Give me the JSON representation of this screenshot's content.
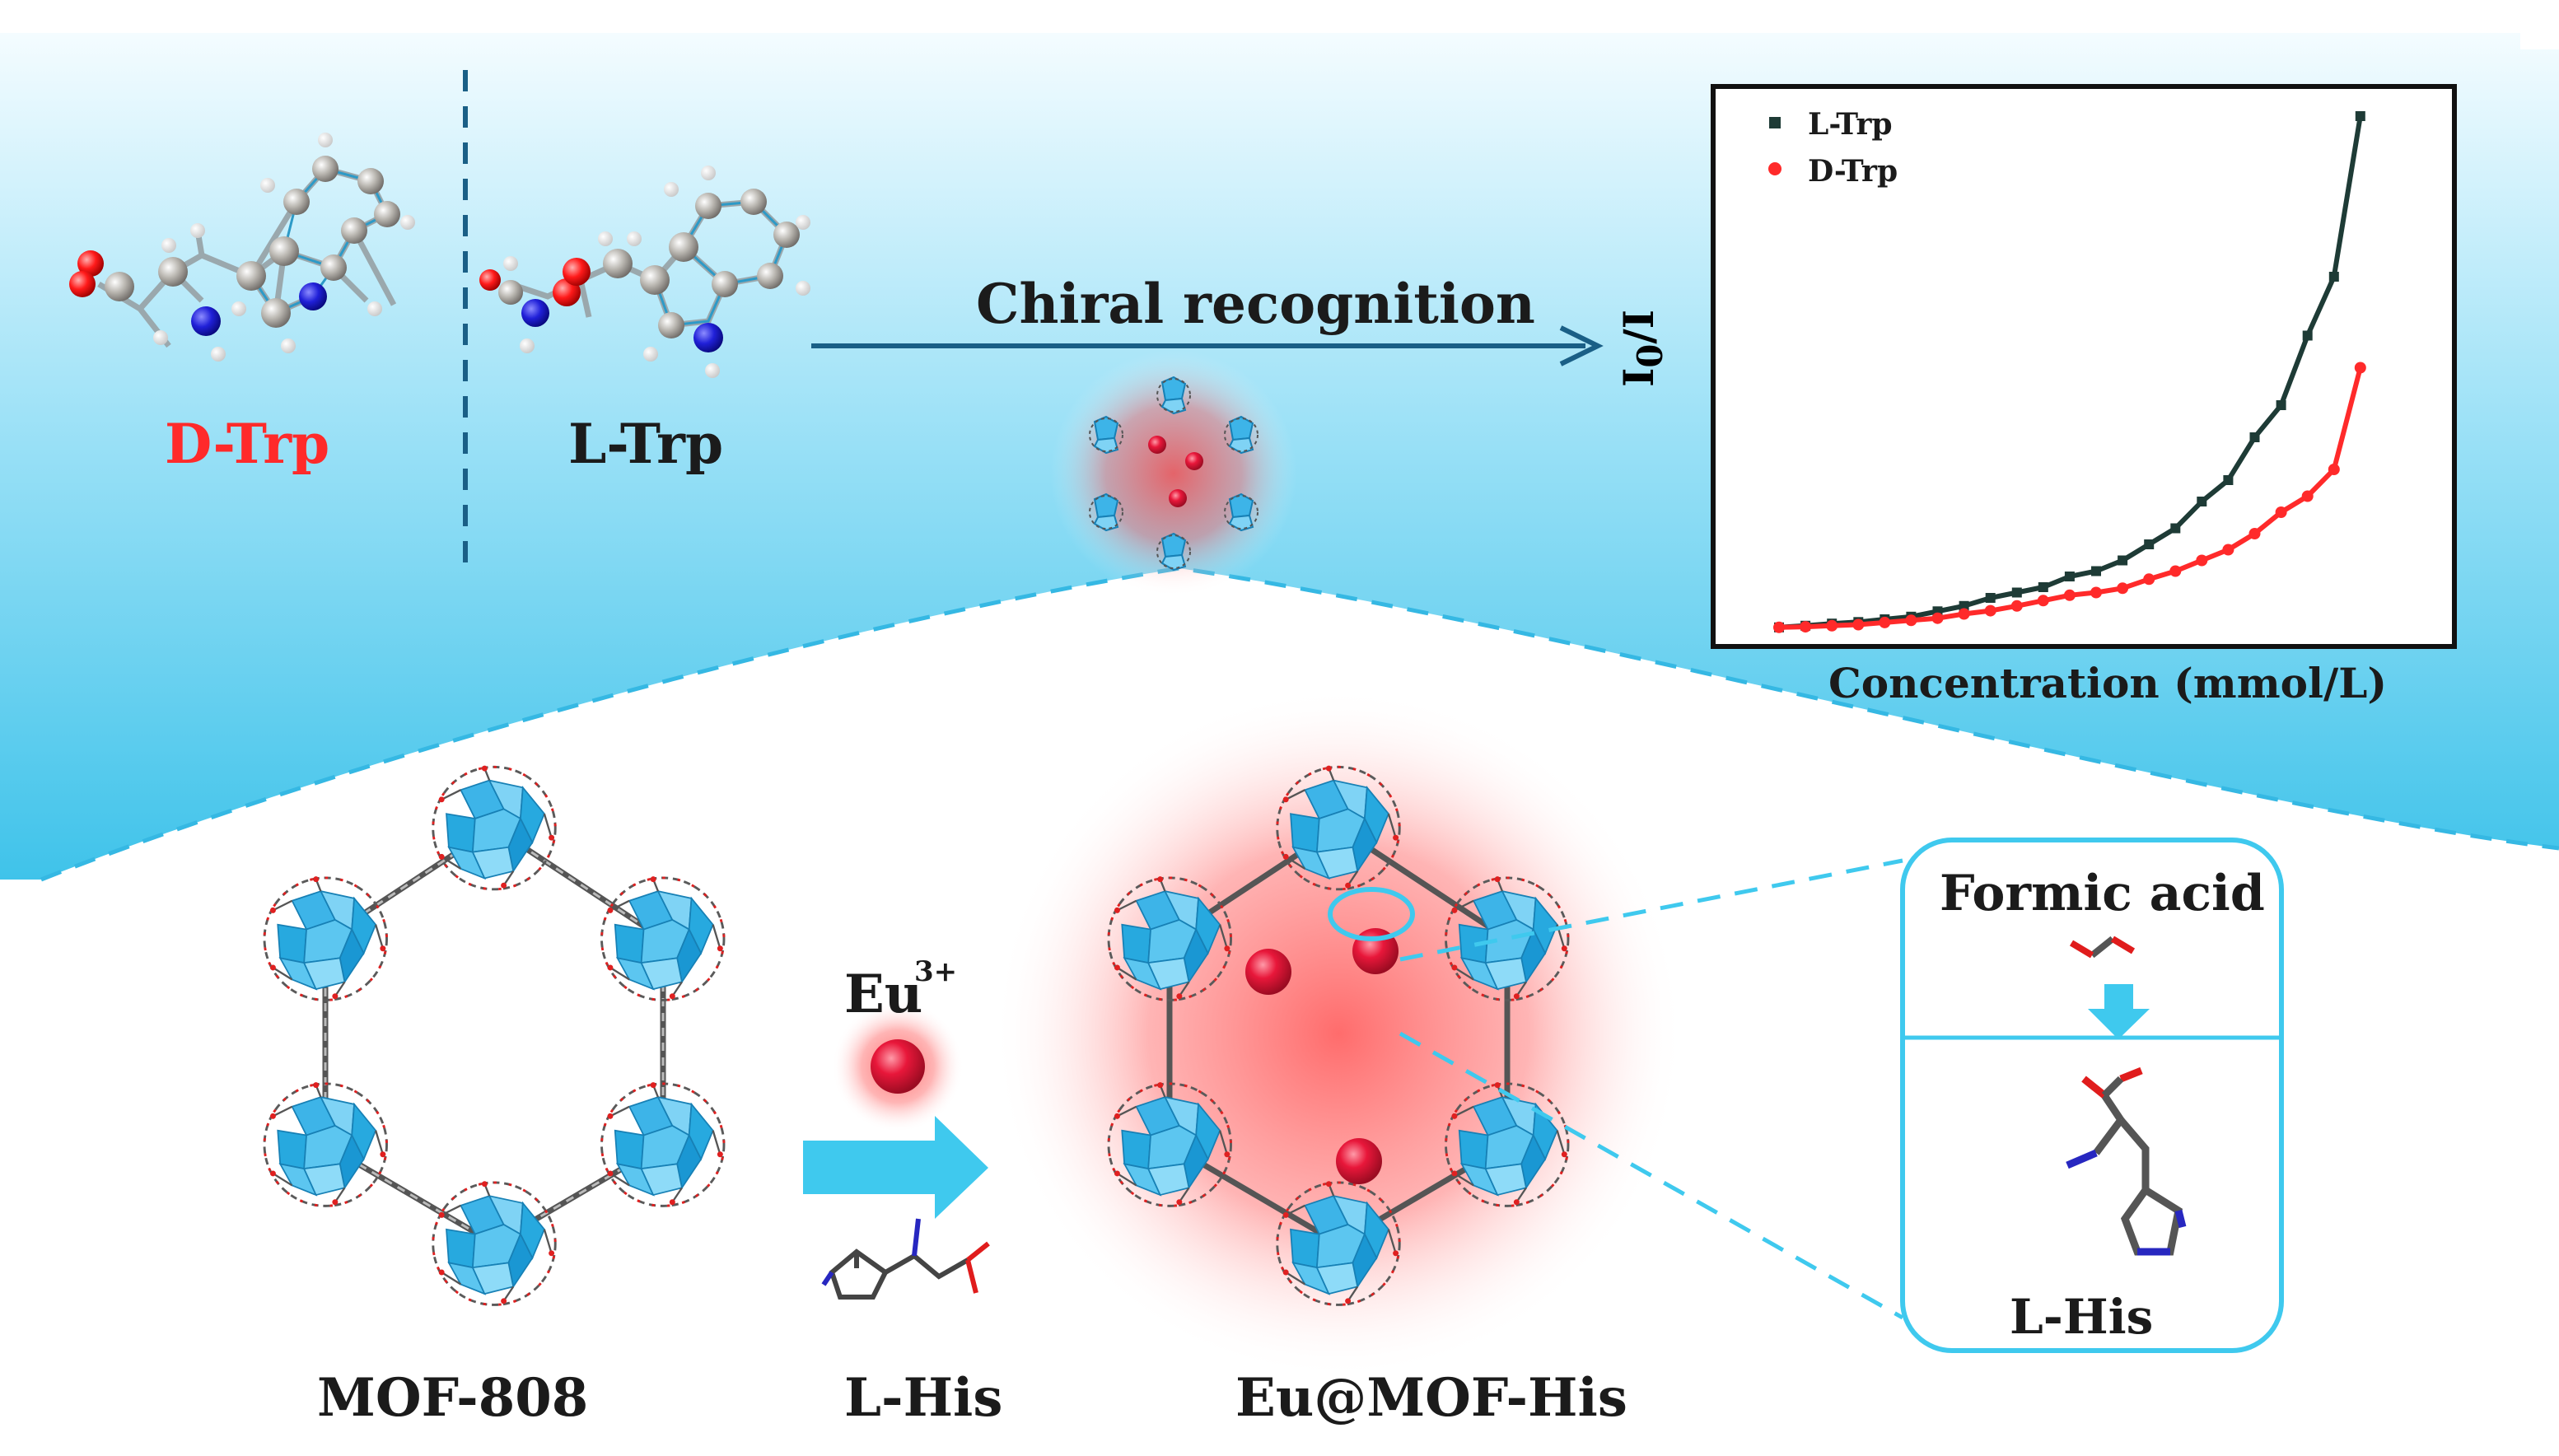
{
  "labels": {
    "d_trp": "D-Trp",
    "l_trp": "L-Trp",
    "chiral": "Chiral recognition",
    "mof808": "MOF-808",
    "lhis": "L-His",
    "eumof": "Eu@MOF-His",
    "eu": "Eu",
    "eu_charge": "3+",
    "formic": "Formic acid",
    "lhis_detail": "L-His"
  },
  "colors": {
    "background_top": "#3fc3ea",
    "cluster_blue": "#27a9df",
    "eu_red": "#e8173a",
    "d_series": "#ff2a2a",
    "l_series": "#1e3b36"
  },
  "chart_data": {
    "type": "scatter",
    "title": "",
    "xlabel": "Concentration (mmol/L)",
    "ylabel": "I0/I",
    "grid": false,
    "legend_position": "top-left",
    "xlim": [
      0,
      12
    ],
    "ylim": [
      0,
      10
    ],
    "series": [
      {
        "name": "L-Trp",
        "color": "#1e3b36",
        "marker": "square",
        "x": [
          0,
          0.5,
          1,
          1.5,
          2,
          2.5,
          3,
          3.5,
          4,
          4.5,
          5,
          5.5,
          6,
          6.5,
          7,
          7.5,
          8,
          8.5,
          9,
          9.5,
          10,
          10.5,
          11
        ],
        "y": [
          0.05,
          0.08,
          0.12,
          0.15,
          0.2,
          0.25,
          0.35,
          0.45,
          0.6,
          0.7,
          0.8,
          1.0,
          1.1,
          1.3,
          1.6,
          1.9,
          2.4,
          2.8,
          3.6,
          4.2,
          5.5,
          6.6,
          9.6
        ]
      },
      {
        "name": "D-Trp",
        "color": "#ff2a2a",
        "marker": "circle",
        "x": [
          0,
          0.5,
          1,
          1.5,
          2,
          2.5,
          3,
          3.5,
          4,
          4.5,
          5,
          5.5,
          6,
          6.5,
          7,
          7.5,
          8,
          8.5,
          9,
          9.5,
          10,
          10.5,
          11
        ],
        "y": [
          0.05,
          0.06,
          0.08,
          0.1,
          0.14,
          0.18,
          0.22,
          0.3,
          0.36,
          0.45,
          0.55,
          0.65,
          0.7,
          0.78,
          0.95,
          1.1,
          1.3,
          1.5,
          1.8,
          2.2,
          2.5,
          3.0,
          4.9
        ]
      }
    ]
  }
}
